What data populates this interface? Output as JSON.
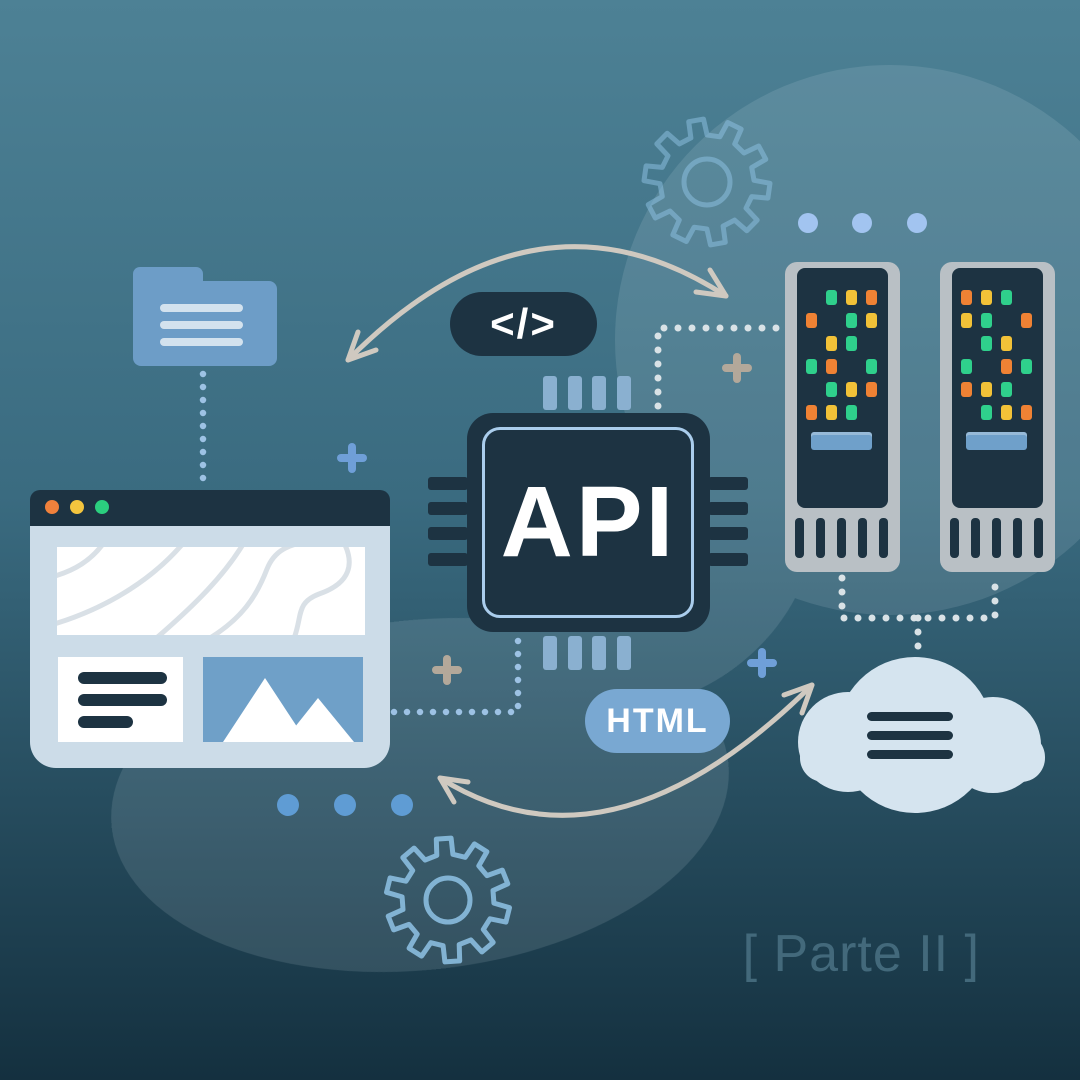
{
  "labels": {
    "code_pill": "</>",
    "chip": "API",
    "html_pill": "HTML",
    "caption": "[ Parte II ]"
  },
  "colors": {
    "bg_top": "#4d8195",
    "bg_bottom": "#14303f",
    "blob": "#d9e8ee",
    "navy": "#1d3342",
    "chip_border": "#aacdec",
    "chip_pin": "#8ab0d0",
    "browser_body": "#ccdce8",
    "panel_white": "#ffffff",
    "map_line": "#d9e0e6",
    "mid_blue": "#6fa0c8",
    "folder_blue": "#6d9dc7",
    "folder_line": "#d3e2ee",
    "html_pill": "#79a8d2",
    "server_gray": "#b9c0c5",
    "server_bar": "#6fa0ca",
    "led_green": "#2fd08c",
    "led_yellow": "#f2c238",
    "led_orange": "#ef8234",
    "traffic_orange": "#f0813c",
    "traffic_yellow": "#f3c53e",
    "traffic_green": "#2bcf7f",
    "cloud": "#d5e4ef",
    "arrow": "#cfc9c0",
    "dotted_blue": "#9dc2e4",
    "dotted_light": "#d9e2e6",
    "plus_blue": "#6f9fd8",
    "plus_tan": "#b3a89a",
    "dots_top": "#a2c4f0",
    "dots_bottom": "#5f9cd4",
    "gear": "#8fc3e6",
    "caption_text": "#466c7e"
  },
  "browser": {
    "traffic_lights": [
      "orange",
      "yellow",
      "green"
    ]
  },
  "servers": {
    "left_grid": [
      [
        "",
        "g",
        "y",
        "o"
      ],
      [
        "o",
        "",
        "g",
        "y"
      ],
      [
        "",
        "y",
        "g",
        ""
      ],
      [
        "g",
        "o",
        "",
        "g"
      ],
      [
        "",
        "g",
        "y",
        "o"
      ],
      [
        "o",
        "y",
        "g",
        ""
      ]
    ],
    "right_grid": [
      [
        "o",
        "y",
        "g",
        ""
      ],
      [
        "y",
        "g",
        "",
        "o"
      ],
      [
        "",
        "g",
        "y",
        ""
      ],
      [
        "g",
        "",
        "o",
        "g"
      ],
      [
        "o",
        "y",
        "g",
        ""
      ],
      [
        "",
        "g",
        "y",
        "o"
      ]
    ]
  },
  "icons": {
    "code-icon": "</> glyph in dark pill",
    "chip-icon": "microchip square with pins",
    "server-icon": "rack tower with LED lights",
    "cloud-icon": "cloud with three text lines",
    "folder-icon": "folder with three text lines",
    "browser-icon": "window with map, text and image panels",
    "image-icon": "two white mountains",
    "gear-icon": "outlined cog",
    "plus-icon": "plus cross",
    "ellipsis-icon": "three round dots",
    "arrow-icon": "curved arrow with open head"
  }
}
